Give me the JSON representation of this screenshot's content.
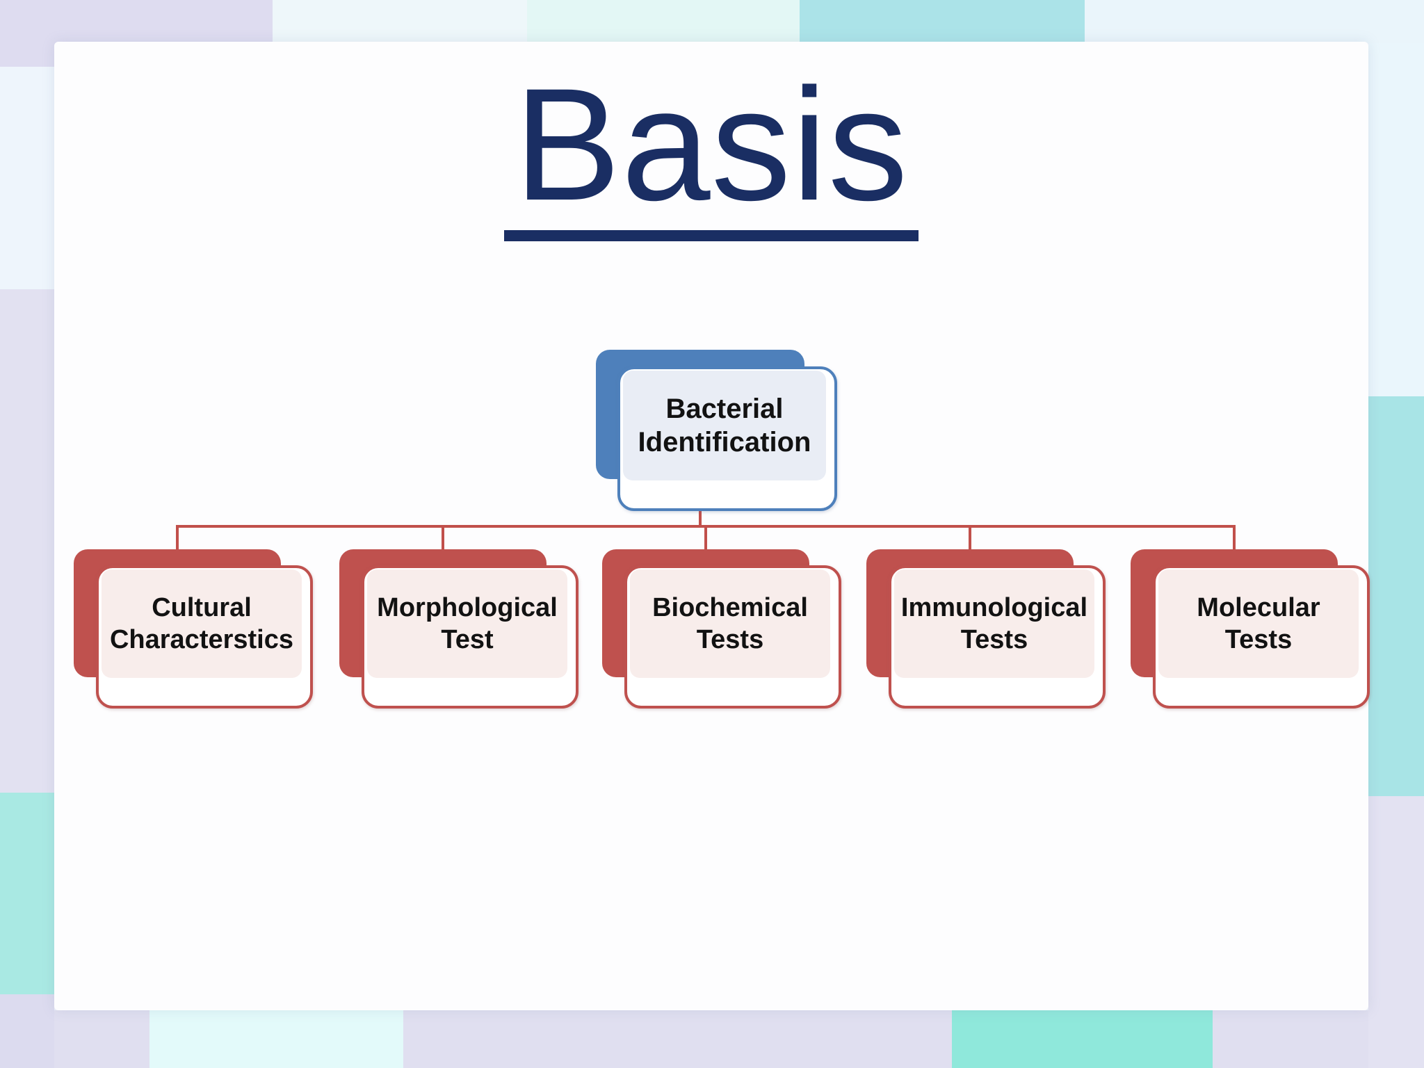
{
  "slide_title": {
    "text": "Basis"
  },
  "colors": {
    "title_navy": "#1a2e63",
    "accent_blue": "#4e80bb",
    "accent_red": "#bf514e",
    "blue_panel_fill": "#e9edf5",
    "red_panel_fill": "#f8edeb",
    "connector_red": "#c1504b"
  },
  "diagram": {
    "type": "hierarchy",
    "root": {
      "label": "Bacterial Identification",
      "lines": [
        "Bacterial",
        "Identification"
      ]
    },
    "children": [
      {
        "label": "Cultural Characterstics",
        "lines": [
          "Cultural",
          "Characterstics"
        ]
      },
      {
        "label": "Morphological Test",
        "lines": [
          "Morphological",
          "Test"
        ]
      },
      {
        "label": "Biochemical Tests",
        "lines": [
          "Biochemical",
          "Tests"
        ]
      },
      {
        "label": "Immunological Tests",
        "lines": [
          "Immunological",
          "Tests"
        ]
      },
      {
        "label": "Molecular Tests",
        "lines": [
          "Molecular",
          "Tests"
        ]
      }
    ]
  }
}
